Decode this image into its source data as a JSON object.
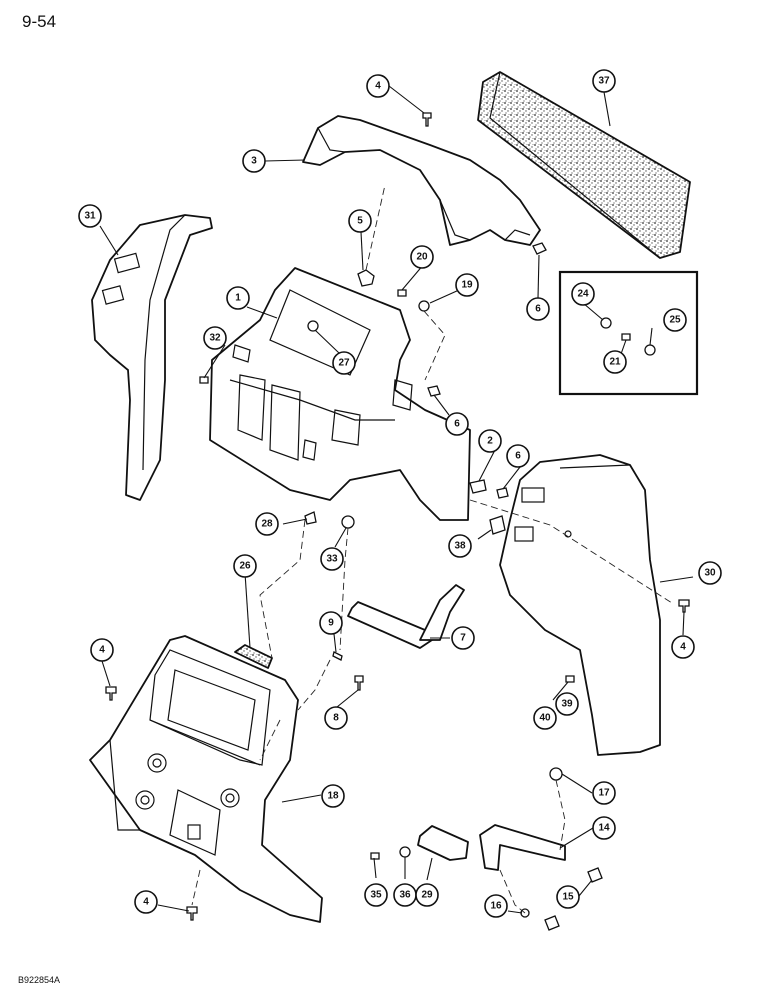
{
  "page": {
    "number": "9-54",
    "figure_id": "B922854A"
  },
  "callouts": [
    {
      "id": "c4a",
      "label": "4"
    },
    {
      "id": "c37",
      "label": "37"
    },
    {
      "id": "c3",
      "label": "3"
    },
    {
      "id": "c31",
      "label": "31"
    },
    {
      "id": "c5",
      "label": "5"
    },
    {
      "id": "c20",
      "label": "20"
    },
    {
      "id": "c19",
      "label": "19"
    },
    {
      "id": "c6a",
      "label": "6"
    },
    {
      "id": "c1",
      "label": "1"
    },
    {
      "id": "c24",
      "label": "24"
    },
    {
      "id": "c25",
      "label": "25"
    },
    {
      "id": "c21",
      "label": "21"
    },
    {
      "id": "c32",
      "label": "32"
    },
    {
      "id": "c27",
      "label": "27"
    },
    {
      "id": "c6b",
      "label": "6"
    },
    {
      "id": "c2",
      "label": "2"
    },
    {
      "id": "c6c",
      "label": "6"
    },
    {
      "id": "c28",
      "label": "28"
    },
    {
      "id": "c33",
      "label": "33"
    },
    {
      "id": "c38",
      "label": "38"
    },
    {
      "id": "c30",
      "label": "30"
    },
    {
      "id": "c26",
      "label": "26"
    },
    {
      "id": "c9",
      "label": "9"
    },
    {
      "id": "c7",
      "label": "7"
    },
    {
      "id": "c4b",
      "label": "4"
    },
    {
      "id": "c4c",
      "label": "4"
    },
    {
      "id": "c8",
      "label": "8"
    },
    {
      "id": "c39",
      "label": "39"
    },
    {
      "id": "c40",
      "label": "40"
    },
    {
      "id": "c18",
      "label": "18"
    },
    {
      "id": "c17",
      "label": "17"
    },
    {
      "id": "c14",
      "label": "14"
    },
    {
      "id": "c15",
      "label": "15"
    },
    {
      "id": "c4d",
      "label": "4"
    },
    {
      "id": "c35",
      "label": "35"
    },
    {
      "id": "c36",
      "label": "36"
    },
    {
      "id": "c29",
      "label": "29"
    },
    {
      "id": "c16",
      "label": "16"
    }
  ]
}
